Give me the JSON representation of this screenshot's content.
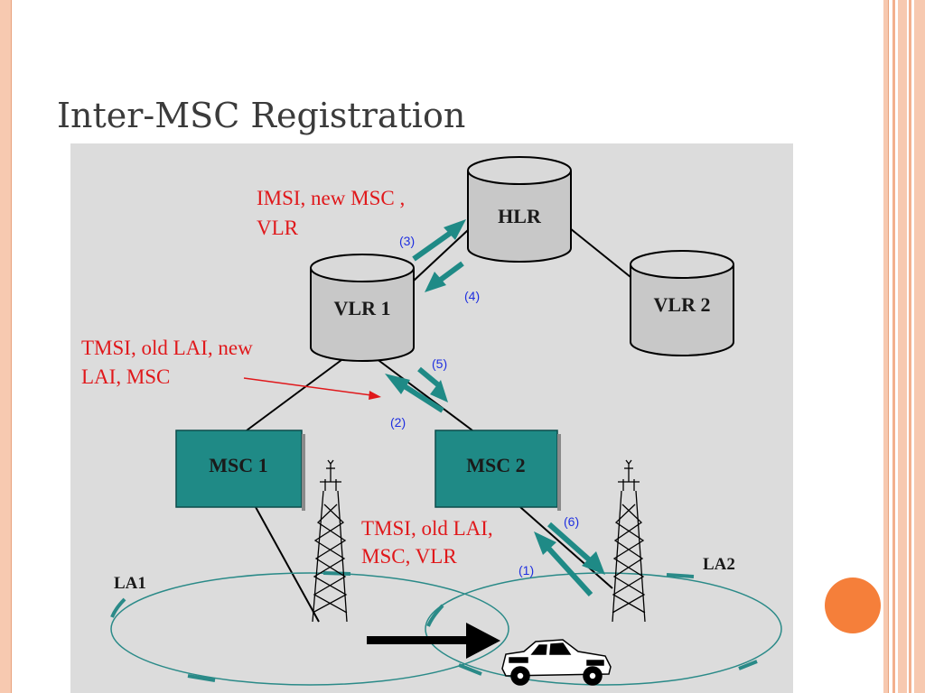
{
  "slide": {
    "title": "Inter-MSC Registration"
  },
  "diagram": {
    "nodes": {
      "hlr": "HLR",
      "vlr1": "VLR 1",
      "vlr2": "VLR 2",
      "msc1": "MSC 1",
      "msc2": "MSC 2"
    },
    "areas": {
      "la1": "LA1",
      "la2": "LA2"
    },
    "messages": {
      "imsi_line1": "IMSI, new MSC ,",
      "imsi_line2": "VLR",
      "tmsi_new_line1": "TMSI, old LAI, new",
      "tmsi_new_line2": "LAI, MSC",
      "tmsi_old_line1": "TMSI, old LAI,",
      "tmsi_old_line2": "MSC, VLR"
    },
    "steps": {
      "s1": "(1)",
      "s2": "(2)",
      "s3": "(3)",
      "s4": "(4)",
      "s5": "(5)",
      "s6": "(6)"
    }
  },
  "colors": {
    "accent_teal": "#1f8a86",
    "message_red": "#e0181b",
    "step_blue": "#1f2fe0",
    "orange": "#f57f3a"
  }
}
